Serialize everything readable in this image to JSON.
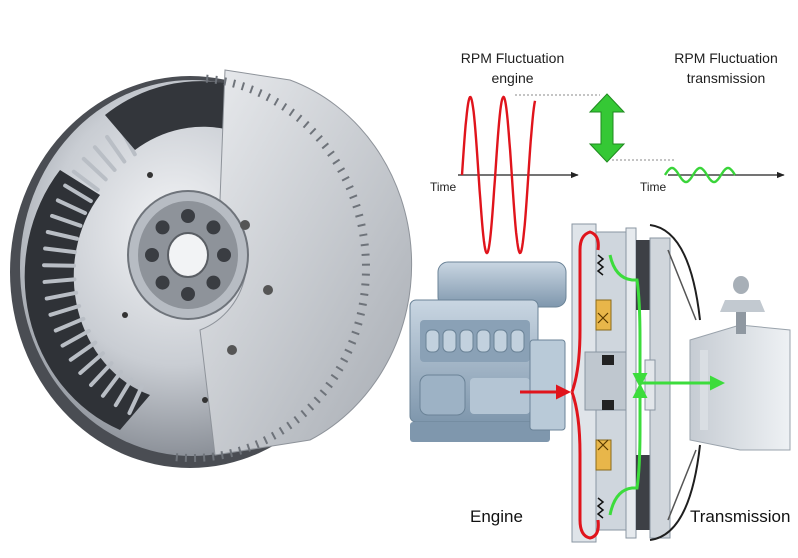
{
  "labels": {
    "rpm_engine_line1": "RPM Fluctuation",
    "rpm_engine_line2": "engine",
    "rpm_trans_line1": "RPM Fluctuation",
    "rpm_trans_line2": "transmission",
    "time_left": "Time",
    "time_right": "Time",
    "engine": "Engine",
    "transmission": "Transmission"
  },
  "colors": {
    "engine_wave": "#e0141c",
    "transmission_wave": "#39d439",
    "damping_arrow": "#35c835",
    "torque_path_engine": "#e0141c",
    "torque_path_transmission": "#3cdc3c",
    "metal_light": "#d9dde2",
    "metal_dark": "#3d4046",
    "housing_blue": "#9fb5c8"
  },
  "icons": {
    "flywheel": "dual-mass-flywheel-image",
    "engine": "engine-block-icon",
    "transmission": "gearbox-icon",
    "damping_arrow": "double-arrow-icon"
  }
}
